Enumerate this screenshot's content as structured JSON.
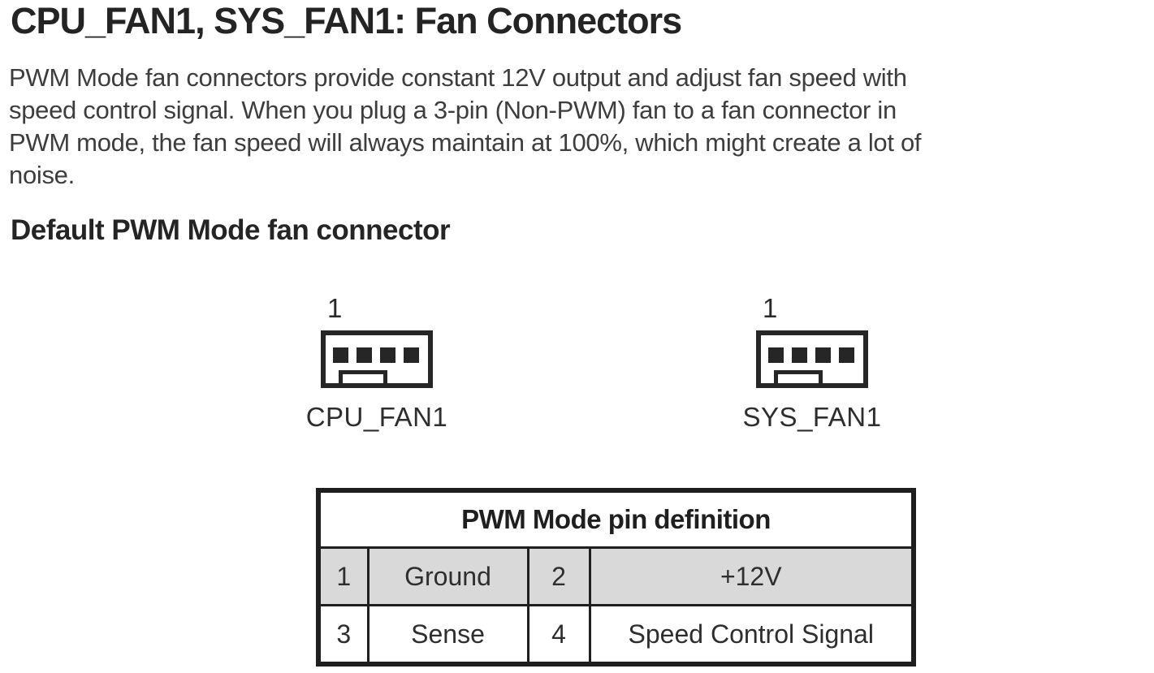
{
  "page": {
    "title": "CPU_FAN1, SYS_FAN1: Fan Connectors",
    "intro": "PWM Mode fan connectors provide constant 12V output and adjust fan speed with\nspeed control signal. When you plug a 3-pin (Non-PWM) fan to a fan connector in\nPWM mode, the fan speed will always maintain at 100%, which might create a lot of\nnoise.",
    "subtitle": "Default PWM Mode fan connector"
  },
  "connectors": [
    {
      "label": "CPU_FAN1",
      "pin_one": "1",
      "pin_count": 4
    },
    {
      "label": "SYS_FAN1",
      "pin_one": "1",
      "pin_count": 4
    }
  ],
  "pin_table": {
    "title": "PWM Mode pin definition",
    "rows": [
      {
        "cells": [
          "1",
          "Ground",
          "2",
          "+12V"
        ]
      },
      {
        "cells": [
          "3",
          "Sense",
          "4",
          "Speed Control Signal"
        ]
      }
    ]
  },
  "colors": {
    "ink": "#242424",
    "body_text": "#3d3d3d",
    "shaded_row": "#d9d9d9"
  }
}
